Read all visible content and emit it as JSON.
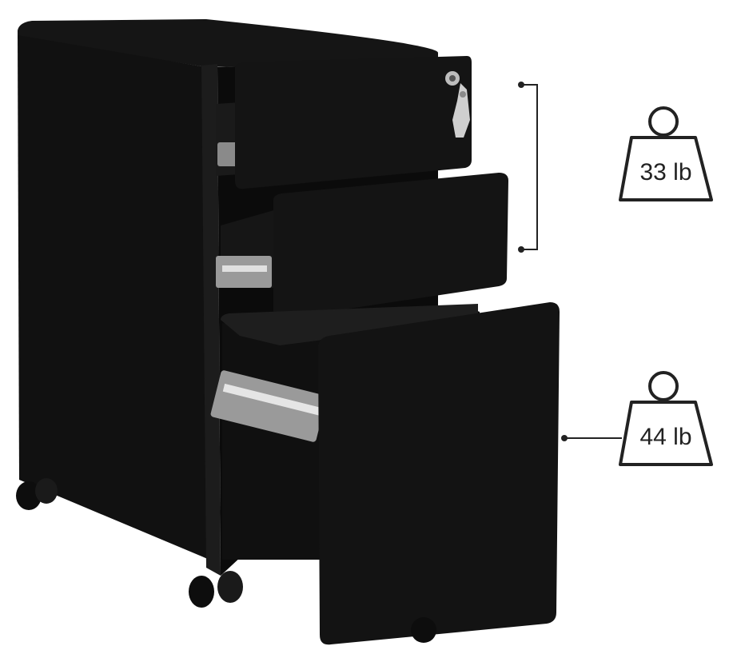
{
  "product": {
    "name": "mobile-file-cabinet",
    "colors": {
      "body": "#111111",
      "body_shade": "#0a0a0a",
      "drawer_front": "#141414",
      "rail": "#d9d9d9",
      "annotation": "#222222",
      "background": "#ffffff"
    }
  },
  "weight_badges": [
    {
      "icon": "weight-icon",
      "label": "33 lb"
    },
    {
      "icon": "weight-icon",
      "label": "44 lb"
    }
  ]
}
